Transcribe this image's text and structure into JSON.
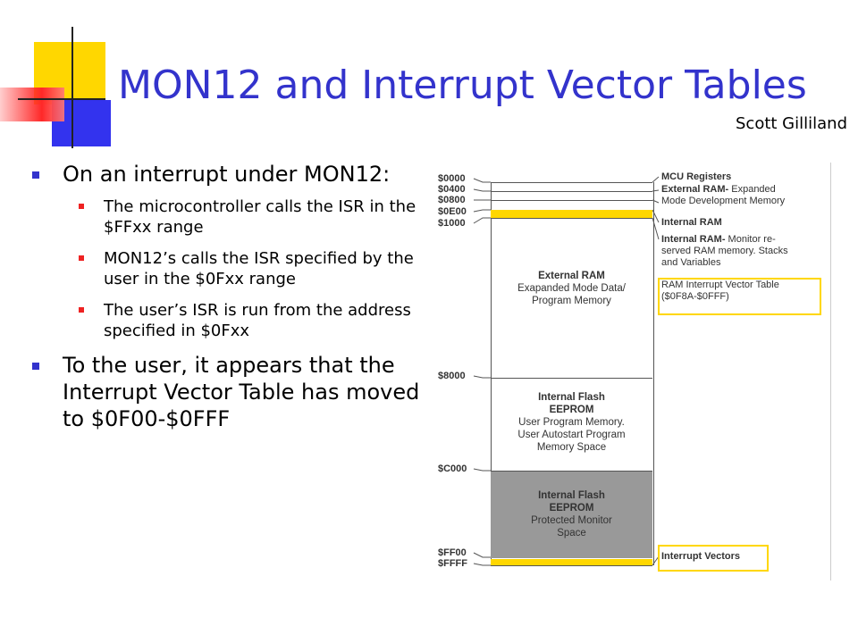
{
  "slide": {
    "title": "MON12 and Interrupt Vector Tables",
    "author": "Scott Gilliland"
  },
  "bullets": [
    {
      "text": "On an interrupt under MON12:",
      "sub": [
        "The microcontroller calls the ISR in the $FFxx range",
        "MON12’s calls the ISR specified by the user in the $0Fxx range",
        "The user’s ISR is run from the address specified in $0Fxx"
      ]
    },
    {
      "text": "To the user, it appears that the Interrupt Vector Table has moved to $0F00-$0FFF",
      "sub": []
    }
  ],
  "memory_map": {
    "addresses": [
      "$0000",
      "$0400",
      "$0800",
      "$0E00",
      "$1000",
      "$8000",
      "$C000",
      "$FF00",
      "$FFFF"
    ],
    "regions": [
      {
        "title": "External RAM",
        "desc": [
          "Exapanded Mode Data/",
          "Program Memory"
        ]
      },
      {
        "title": "Internal Flash",
        "title2": "EEPROM",
        "desc": [
          "User Program Memory.",
          "User Autostart Program",
          "Memory Space"
        ]
      },
      {
        "title": "Internal Flash",
        "title2": "EEPROM",
        "desc": [
          "Protected Monitor",
          "Space"
        ]
      }
    ],
    "right_labels": {
      "mcu": "MCU Registers",
      "ext_bold": "External   RAM-",
      "ext_rest": "   Expanded",
      "ext_line2": "Mode Development Memory",
      "int_ram": "Internal RAM",
      "int_ram2_bold": "Internal  RAM-",
      "int_ram2_rest": "  Monitor  re-",
      "int_ram2_line2": "served RAM memory. Stacks",
      "int_ram2_line3": "and Variables",
      "ram_ivt_line1": "RAM  Interrupt  Vector  Table",
      "ram_ivt_line2": "($0F8A-$0FFF)",
      "int_vectors": "Interrupt Vectors"
    },
    "colors": {
      "highlight": "#ffd700",
      "protected_fill": "#999999"
    }
  }
}
